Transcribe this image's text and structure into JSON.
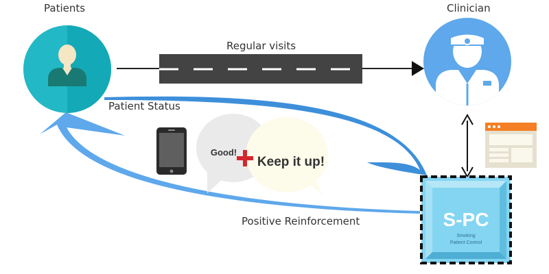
{
  "labels": {
    "patients": "Patients",
    "clinician": "Clinician",
    "regular_visits": "Regular visits",
    "patient_status": "Patient Status",
    "positive_reinforcement": "Positive Reinforcement"
  },
  "bubbles": {
    "good": "Good!",
    "keep_it_up": "Keep it up!"
  },
  "spc_box": {
    "title": "S-PC",
    "line1": "Smoking",
    "line2": "Patient Control"
  },
  "icons": [
    "patient-avatar-icon",
    "clinician-avatar-icon",
    "road-icon",
    "smartphone-icon",
    "speech-bubbles-icon",
    "plus-icon",
    "browser-window-icon",
    "spc-device-icon"
  ],
  "colors": {
    "patient_teal": "#23B8C5",
    "clinician_blue": "#5EA8EB",
    "arrow_blue": "#3D8FDA",
    "road_dark": "#434343",
    "spc_cyan": "#84D5F1",
    "plus_red": "#D5262D",
    "browser_orange": "#F47F24"
  }
}
